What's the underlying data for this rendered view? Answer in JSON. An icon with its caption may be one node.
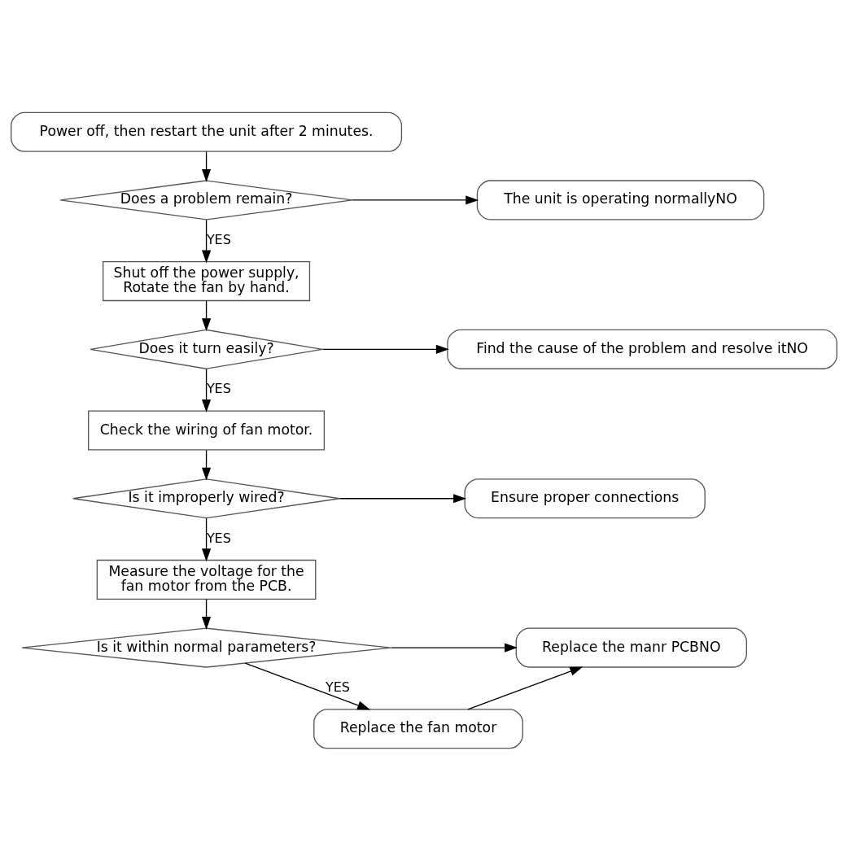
{
  "diagram": {
    "nodes": [
      {
        "text": [
          "Power off, then restart the unit after 2 minutes."
        ]
      },
      {
        "text": [
          "Does a problem remain?"
        ]
      },
      {
        "text": [
          "The unit is operating normallyNO"
        ]
      },
      {
        "text": [
          "Shut off the power supply, Rotate the fan by hand."
        ]
      },
      {
        "text": [
          "Does it turn easily?"
        ]
      },
      {
        "text": [
          "Find the cause of the problem and resolve itNO"
        ]
      },
      {
        "text": [
          "Check the wiring of fan motor."
        ]
      },
      {
        "text": [
          "Is it improperly wired?"
        ]
      },
      {
        "text": [
          "Ensure proper connections"
        ]
      },
      {
        "text": [
          "Measure the voltage for the fan motor from the PCB."
        ]
      },
      {
        "text": [
          "Is it within normal parameters?"
        ]
      },
      {
        "text": [
          "Replace the manr PCBNO"
        ]
      },
      {
        "text": [
          "Replace the fan motor"
        ]
      }
    ],
    "edges": [
      {
        "from": 0,
        "to": 1,
        "arrow": "to"
      },
      {
        "from": 1,
        "to": 2,
        "arrow": "to"
      },
      {
        "from": 1,
        "to": 3,
        "arrow": "to",
        "label": "YES"
      },
      {
        "from": 3,
        "to": 4,
        "arrow": "to"
      },
      {
        "from": 4,
        "to": 5,
        "arrow": "to"
      },
      {
        "from": 4,
        "to": 6,
        "arrow": "to",
        "label": "YES"
      },
      {
        "from": 6,
        "to": 7,
        "arrow": "to"
      },
      {
        "from": 7,
        "to": 8,
        "arrow": "to"
      },
      {
        "from": 7,
        "to": 9,
        "arrow": "to",
        "label": "YES"
      },
      {
        "from": 9,
        "to": 10,
        "arrow": "to"
      },
      {
        "from": 10,
        "to": 11,
        "arrow": "to"
      },
      {
        "from": 10,
        "to": 12,
        "arrow": "to",
        "label": "YES"
      },
      {
        "from": 12,
        "to": 11,
        "arrow": "to"
      }
    ]
  }
}
